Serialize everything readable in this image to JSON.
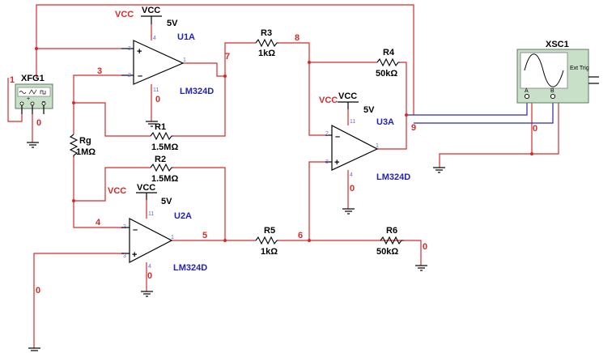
{
  "nets": {
    "n0_xfg": "0",
    "n0_left": "0",
    "n0_u1a": "0",
    "n0_u2a": "0",
    "n0_u3a": "0",
    "n0_r6": "0",
    "n0_scope": "0",
    "n1": "1",
    "n3": "3",
    "n4": "4",
    "n5": "5",
    "n6": "6",
    "n7": "7",
    "n8": "8",
    "n9": "9"
  },
  "power": {
    "vcc_net": "VCC",
    "vcc_symbol": "VCC",
    "vcc_value": "5V"
  },
  "components": {
    "xfg1": {
      "ref": "XFG1"
    },
    "xsc1": {
      "ref": "XSC1",
      "ext_trig": "Ext Trig",
      "ch_a": "A",
      "ch_b": "B",
      "plus": "+",
      "minus": "_"
    },
    "u1a": {
      "ref": "U1A",
      "part": "LM324D",
      "pin_plus": "3",
      "pin_minus": "2",
      "pin_out": "1",
      "pin_vcc": "4",
      "pin_gnd": "11"
    },
    "u2a": {
      "ref": "U2A",
      "part": "LM324D",
      "pin_plus": "3",
      "pin_minus": "2",
      "pin_out": "1",
      "pin_vcc": "11",
      "pin_gnd": "4"
    },
    "u3a": {
      "ref": "U3A",
      "part": "LM324D",
      "pin_plus": "3",
      "pin_minus": "2",
      "pin_out": "1",
      "pin_vcc": "11",
      "pin_gnd": "4"
    },
    "r1": {
      "ref": "R1",
      "value": "1.5MΩ"
    },
    "r2": {
      "ref": "R2",
      "value": "1.5MΩ"
    },
    "r3": {
      "ref": "R3",
      "value": "1kΩ"
    },
    "r4": {
      "ref": "R4",
      "value": "50kΩ"
    },
    "r5": {
      "ref": "R5",
      "value": "1kΩ"
    },
    "r6": {
      "ref": "R6",
      "value": "50kΩ"
    },
    "rg": {
      "ref": "Rg",
      "value": "1MΩ"
    }
  },
  "colors": {
    "wire_red": "#d42a2a",
    "wire_blue": "#2a2aa8",
    "chip_label": "#2323b5",
    "instrument_fill": "#c8e0c8"
  }
}
